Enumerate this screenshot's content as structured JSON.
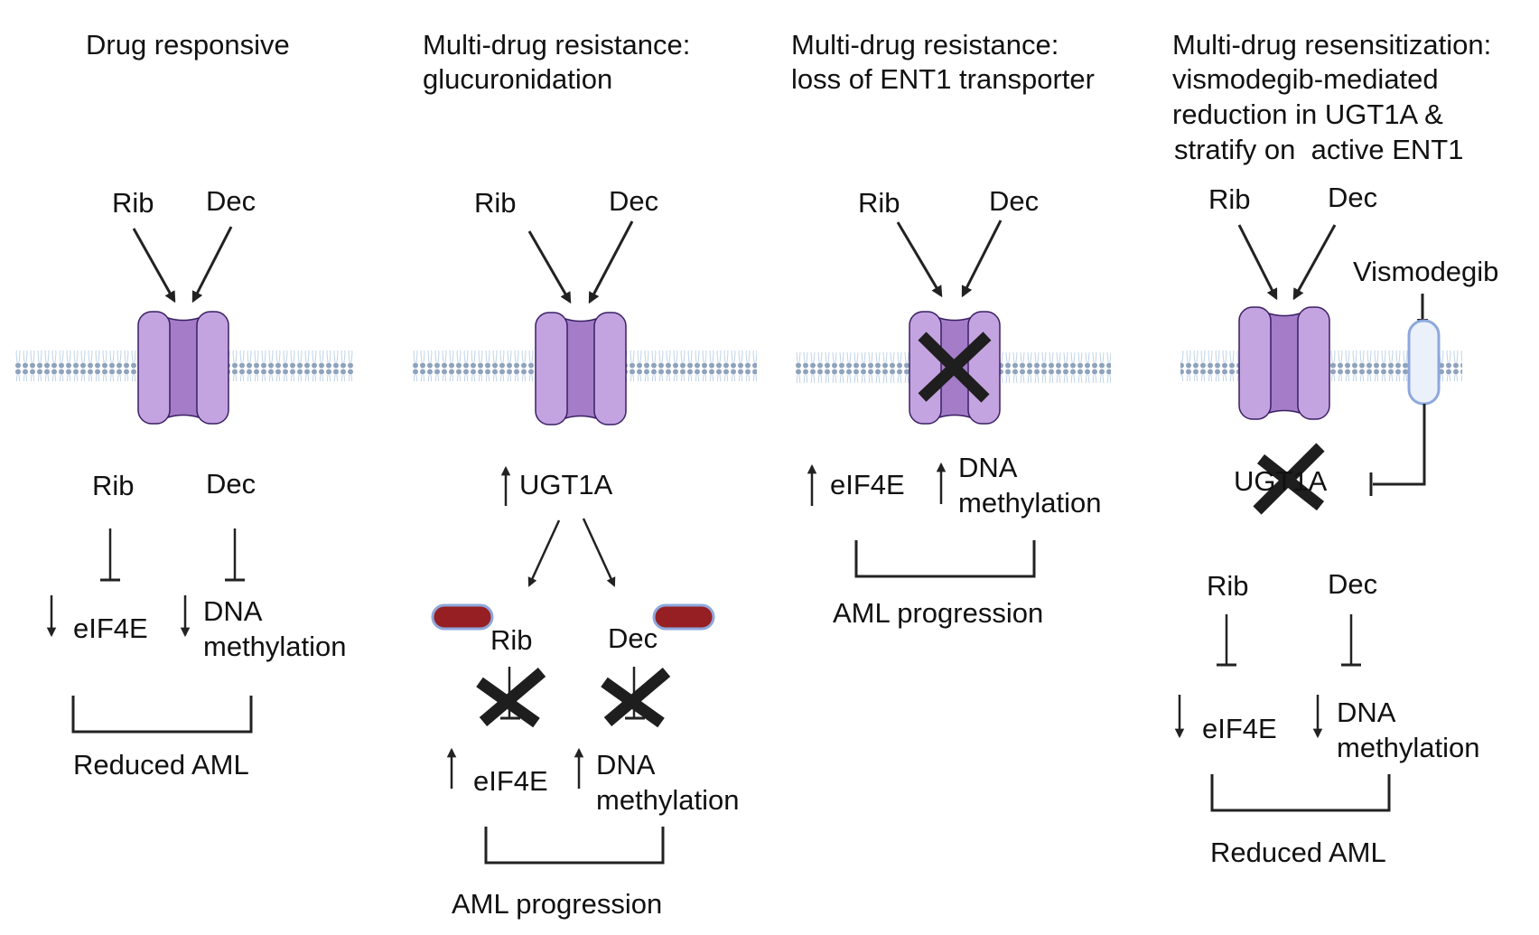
{
  "colors": {
    "text": "#111111",
    "protein_outer": "#c4a4e0",
    "protein_inner": "#a47cc8",
    "protein_stroke": "#3a1f63",
    "membrane_head": "#8fa3bd",
    "membrane_tail": "#b9cfe6",
    "x_mark": "#1e1e1e",
    "drug_capsule_fill": "#951f22",
    "drug_capsule_stroke": "#8ea7dc",
    "receptor_fill": "#eaf1fb",
    "receptor_stroke": "#8ea7dc"
  },
  "panels": [
    {
      "id": "drug-responsive",
      "title": [
        "Drug responsive"
      ],
      "drug_a": "Rib",
      "drug_b": "Dec",
      "transporter_blocked": false,
      "effect_a_label": "Rib",
      "effect_b_label": "Dec",
      "target_a": "eIF4E",
      "target_a_direction": "down",
      "target_b": [
        "DNA",
        "methylation"
      ],
      "target_b_direction": "down",
      "outcome": "Reduced AML"
    },
    {
      "id": "glucuronidation",
      "title": [
        "Multi-drug resistance:",
        "glucuronidation"
      ],
      "drug_a": "Rib",
      "drug_b": "Dec",
      "transporter_blocked": false,
      "enzyme": "UGT1A",
      "enzyme_direction": "up",
      "effect_a_label": "Rib",
      "effect_b_label": "Dec",
      "inhibition_blocked": true,
      "target_a": "eIF4E",
      "target_a_direction": "up",
      "target_b": [
        "DNA",
        "methylation"
      ],
      "target_b_direction": "up",
      "outcome": "AML progression"
    },
    {
      "id": "ent1-loss",
      "title": [
        "Multi-drug resistance:",
        "loss of ENT1 transporter"
      ],
      "drug_a": "Rib",
      "drug_b": "Dec",
      "transporter_blocked": true,
      "target_a": "eIF4E",
      "target_a_direction": "up",
      "target_b": [
        "DNA",
        "methylation"
      ],
      "target_b_direction": "up",
      "outcome": "AML progression"
    },
    {
      "id": "resensitization",
      "title": [
        "Multi-drug resensitization:",
        "vismodegib-mediated",
        "reduction in UGT1A   &",
        "stratify on  active ENT1"
      ],
      "drug_a": "Rib",
      "drug_b": "Dec",
      "transporter_blocked": false,
      "inhibitor": "Vismodegib",
      "enzyme": "UGT1A",
      "enzyme_blocked": true,
      "effect_a_label": "Rib",
      "effect_b_label": "Dec",
      "target_a": "eIF4E",
      "target_a_direction": "down",
      "target_b": [
        "DNA",
        "methylation"
      ],
      "target_b_direction": "down",
      "outcome": "Reduced AML"
    }
  ]
}
